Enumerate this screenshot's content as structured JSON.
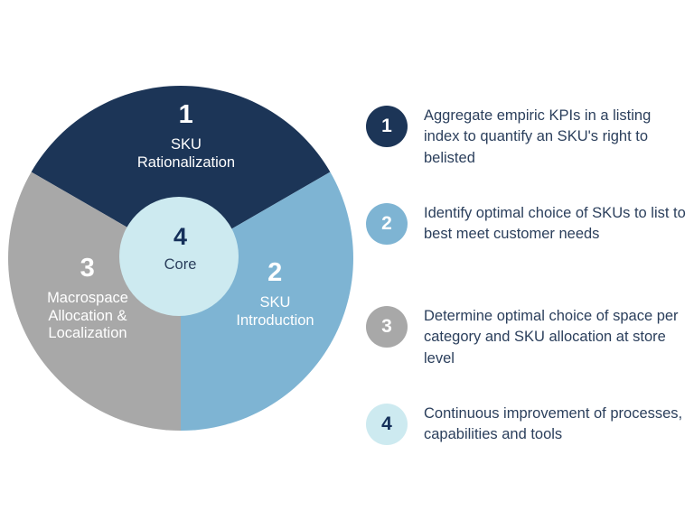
{
  "chart_data": {
    "type": "pie",
    "title": "",
    "subtitle": "",
    "xlabel": "",
    "ylabel": "",
    "legend_position": "right",
    "grid": false,
    "donut": true,
    "inner_radius_ratio": 0.345,
    "start_angle_deg": -60,
    "categories": [
      "SKU Rationalization",
      "SKU Introduction",
      "Macrospace Allocation & Localization"
    ],
    "values": [
      33.3,
      33.3,
      33.3
    ],
    "colors": [
      "#1c3557",
      "#7eb4d3",
      "#a8a8a8"
    ],
    "center": {
      "number": "4",
      "label": "Core",
      "color": "#cdeaf0",
      "text_color": "#15305a"
    },
    "annotations": [
      "1 SKU Rationalization",
      "2 SKU Introduction",
      "3 Macrospace Allocation & Localization",
      "4 Core"
    ]
  },
  "colors": {
    "navy": "#1c3557",
    "blue": "#7eb4d3",
    "gray": "#a8a8a8",
    "cyan": "#cdeaf0",
    "text": "#2b3f5c",
    "white": "#ffffff",
    "background": "#ffffff"
  },
  "wheel": {
    "segments": [
      {
        "number": "1",
        "line1": "SKU",
        "line2": "Rationalization",
        "color": "#1c3557",
        "name": "sku-rationalization"
      },
      {
        "number": "2",
        "line1": "SKU",
        "line2": "Introduction",
        "color": "#7eb4d3",
        "name": "sku-introduction"
      },
      {
        "number": "3",
        "line1": "Macrospace",
        "line2": "Allocation &",
        "line3": "Localization",
        "color": "#a8a8a8",
        "name": "macrospace-allocation-localization"
      }
    ],
    "core": {
      "number": "4",
      "label": "Core",
      "color": "#cdeaf0"
    }
  },
  "legend": {
    "items": [
      {
        "number": "1",
        "text": "Aggregate empiric KPIs in a listing index to quantify an SKU's right to belisted",
        "color": "#1c3557"
      },
      {
        "number": "2",
        "text": "Identify optimal choice of SKUs to list to best meet customer needs",
        "color": "#7eb4d3"
      },
      {
        "number": "3",
        "text": "Determine optimal choice of space per category and SKU allocation at store level",
        "color": "#a8a8a8"
      },
      {
        "number": "4",
        "text": "Continuous improvement of processes, capabilities and tools",
        "color": "#cdeaf0"
      }
    ]
  }
}
